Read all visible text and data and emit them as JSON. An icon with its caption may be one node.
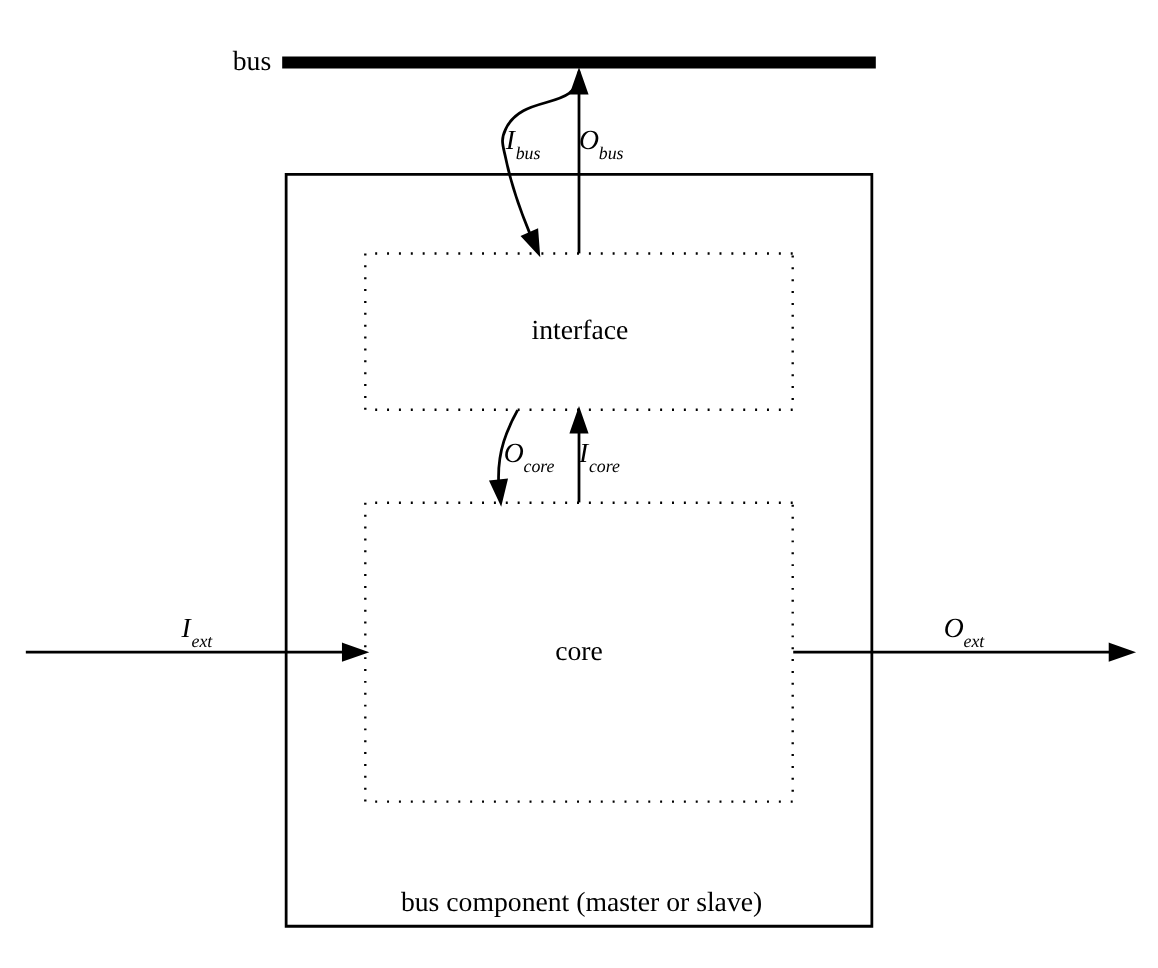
{
  "diagram": {
    "nodes": [
      {
        "text": [
          "bus"
        ]
      },
      {
        "text": [
          "bus component (master or slave)"
        ]
      },
      {
        "text": [
          "interface"
        ],
        "in": 1
      },
      {
        "text": [
          "core"
        ],
        "in": 1
      }
    ],
    "edges": [
      {
        "from": 0,
        "to": 2,
        "arrow": "to",
        "label": "I$_{bus}$"
      },
      {
        "from": 2,
        "to": 0,
        "arrow": "to",
        "label": "O$_{bus}$"
      },
      {
        "from": 2,
        "to": 3,
        "arrow": "to",
        "label": "O$_{core}$"
      },
      {
        "from": 3,
        "to": 2,
        "arrow": "to",
        "label": "I$_{core}$"
      },
      {
        "from": null,
        "to": 3,
        "arrow": "to",
        "label": "I$_{ext}$"
      },
      {
        "from": 3,
        "to": null,
        "arrow": "to",
        "label": "O$_{ext}$"
      }
    ]
  }
}
